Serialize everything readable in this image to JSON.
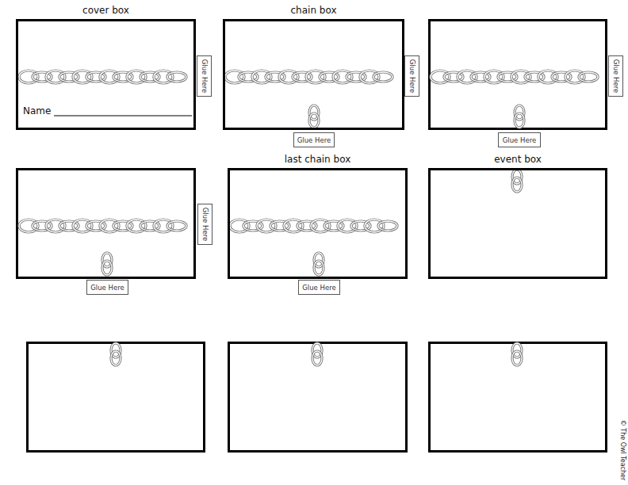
{
  "diagram": {
    "nodes": [
      {
        "text": [
          "cover box",
          "Name"
        ]
      },
      {
        "text": [
          "Glue Here"
        ]
      },
      {
        "text": [
          "chain box"
        ]
      },
      {
        "text": [
          "Glue Here"
        ]
      },
      {
        "text": [
          "Glue Here"
        ]
      },
      {
        "text": [
          "Glue Here"
        ]
      },
      {
        "text": [
          "Glue Here"
        ]
      },
      {
        "text": [
          "Glue Here"
        ]
      },
      {
        "text": [
          "Glue Here"
        ]
      },
      {
        "text": [
          "last chain box"
        ]
      },
      {
        "text": [
          "Glue Here"
        ]
      },
      {
        "text": [
          "event box"
        ]
      }
    ],
    "labels": [
      "© The Owl Teacher"
    ]
  }
}
